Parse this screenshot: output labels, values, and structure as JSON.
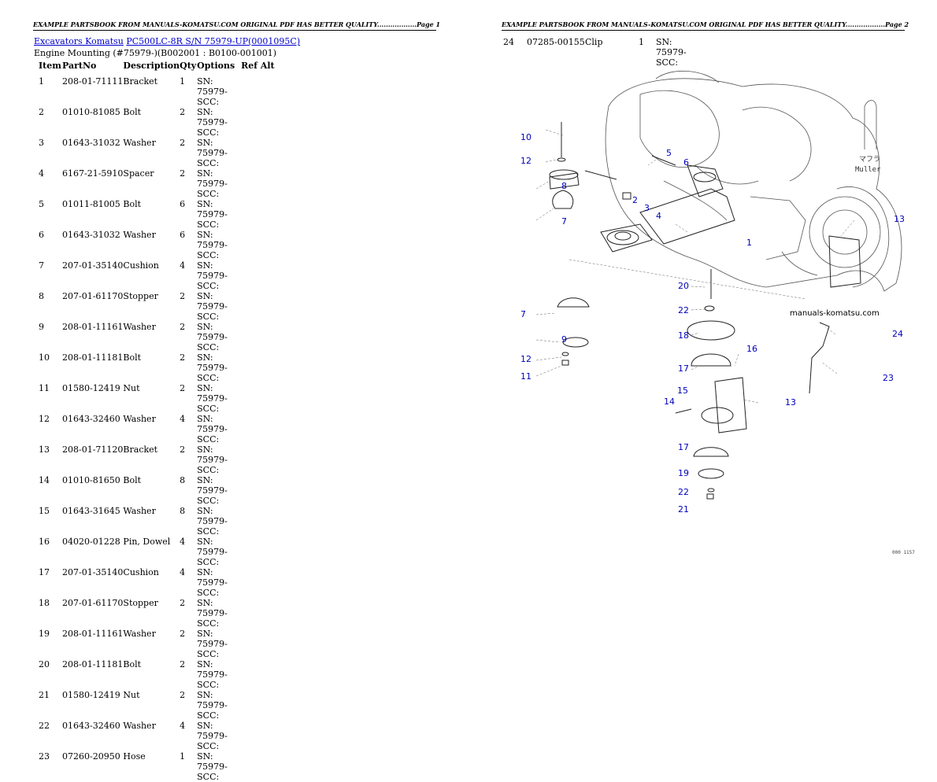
{
  "header": "EXAMPLE PARTSBOOK FROM MANUALS-KOMATSU.COM ORIGINAL PDF HAS BETTER QUALITY..................",
  "page1_label": "Page 1",
  "page2_label": "Page 2",
  "breadcrumb": {
    "link1": "Excavators Komatsu",
    "link2": "PC500LC-8R S/N 75979-UP(0001095C)"
  },
  "subtitle": "Engine Mounting (#75979-)(B002001 : B0100-001001)",
  "columns": [
    "Item",
    "PartNo",
    "Description",
    "Qty",
    "Options",
    "Ref Alt"
  ],
  "parts": [
    {
      "item": "1",
      "part": "208-01-71111",
      "desc": "Bracket",
      "qty": "1",
      "opt": "SN: 75979-SCC:"
    },
    {
      "item": "2",
      "part": "01010-81085",
      "desc": "Bolt",
      "qty": "2",
      "opt": "SN: 75979-SCC:"
    },
    {
      "item": "3",
      "part": "01643-31032",
      "desc": "Washer",
      "qty": "2",
      "opt": "SN: 75979-SCC:"
    },
    {
      "item": "4",
      "part": "6167-21-5910",
      "desc": "Spacer",
      "qty": "2",
      "opt": "SN: 75979-SCC:"
    },
    {
      "item": "5",
      "part": "01011-81005",
      "desc": "Bolt",
      "qty": "6",
      "opt": "SN: 75979-SCC:"
    },
    {
      "item": "6",
      "part": "01643-31032",
      "desc": "Washer",
      "qty": "6",
      "opt": "SN: 75979-SCC:"
    },
    {
      "item": "7",
      "part": "207-01-35140",
      "desc": "Cushion",
      "qty": "4",
      "opt": "SN: 75979-SCC:"
    },
    {
      "item": "8",
      "part": "207-01-61170",
      "desc": "Stopper",
      "qty": "2",
      "opt": "SN: 75979-SCC:"
    },
    {
      "item": "9",
      "part": "208-01-11161",
      "desc": "Washer",
      "qty": "2",
      "opt": "SN: 75979-SCC:"
    },
    {
      "item": "10",
      "part": "208-01-11181",
      "desc": "Bolt",
      "qty": "2",
      "opt": "SN: 75979-SCC:"
    },
    {
      "item": "11",
      "part": "01580-12419",
      "desc": "Nut",
      "qty": "2",
      "opt": "SN: 75979-SCC:"
    },
    {
      "item": "12",
      "part": "01643-32460",
      "desc": "Washer",
      "qty": "4",
      "opt": "SN: 75979-SCC:"
    },
    {
      "item": "13",
      "part": "208-01-71120",
      "desc": "Bracket",
      "qty": "2",
      "opt": "SN: 75979-SCC:"
    },
    {
      "item": "14",
      "part": "01010-81650",
      "desc": "Bolt",
      "qty": "8",
      "opt": "SN: 75979-SCC:"
    },
    {
      "item": "15",
      "part": "01643-31645",
      "desc": "Washer",
      "qty": "8",
      "opt": "SN: 75979-SCC:"
    },
    {
      "item": "16",
      "part": "04020-01228",
      "desc": "Pin, Dowel",
      "qty": "4",
      "opt": "SN: 75979-SCC:"
    },
    {
      "item": "17",
      "part": "207-01-35140",
      "desc": "Cushion",
      "qty": "4",
      "opt": "SN: 75979-SCC:"
    },
    {
      "item": "18",
      "part": "207-01-61170",
      "desc": "Stopper",
      "qty": "2",
      "opt": "SN: 75979-SCC:"
    },
    {
      "item": "19",
      "part": "208-01-11161",
      "desc": "Washer",
      "qty": "2",
      "opt": "SN: 75979-SCC:"
    },
    {
      "item": "20",
      "part": "208-01-11181",
      "desc": "Bolt",
      "qty": "2",
      "opt": "SN: 75979-SCC:"
    },
    {
      "item": "21",
      "part": "01580-12419",
      "desc": "Nut",
      "qty": "2",
      "opt": "SN: 75979-SCC:"
    },
    {
      "item": "22",
      "part": "01643-32460",
      "desc": "Washer",
      "qty": "4",
      "opt": "SN: 75979-SCC:"
    },
    {
      "item": "23",
      "part": "07260-20950",
      "desc": "Hose",
      "qty": "1",
      "opt": "SN: 75979-SCC:"
    }
  ],
  "parts_page2": [
    {
      "item": "24",
      "part": "07285-00155",
      "desc": "Clip",
      "qty": "1",
      "opt": "SN: 75979-SCC:"
    }
  ],
  "drawing": {
    "callouts": [
      "1",
      "2",
      "3",
      "4",
      "5",
      "6",
      "7",
      "8",
      "9",
      "10",
      "11",
      "12",
      "13",
      "14",
      "15",
      "16",
      "17",
      "18",
      "19",
      "20",
      "21",
      "22",
      "23",
      "24"
    ],
    "engine_label": "マフラ",
    "muffler_label": "Muller",
    "watermark": "manuals-komatsu.com",
    "code": "000 1157"
  },
  "colors": {
    "link": "#0000cc",
    "callout": "#0000bb",
    "line": "#333333"
  }
}
